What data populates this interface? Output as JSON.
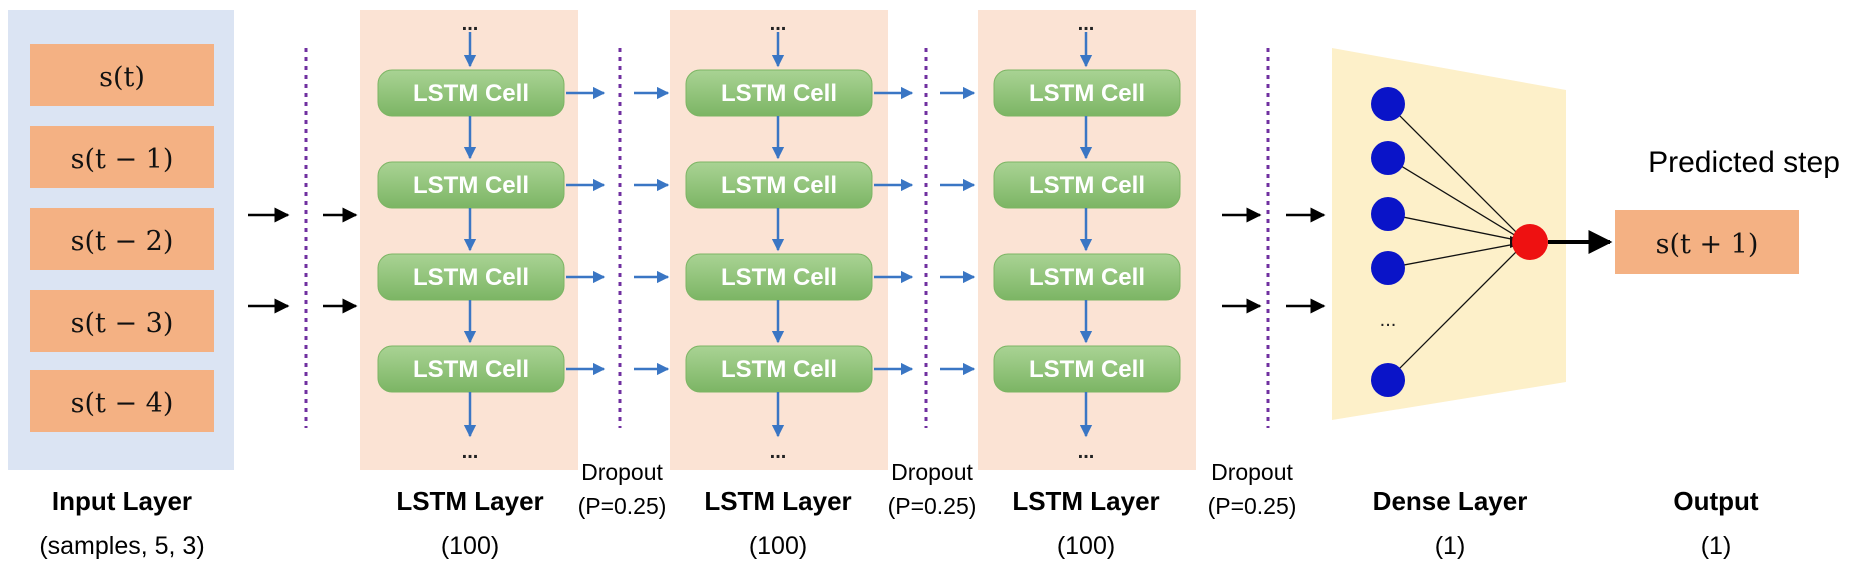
{
  "input_layer": {
    "inputs": [
      "s(t)",
      "s(t − 1)",
      "s(t − 2)",
      "s(t − 3)",
      "s(t − 4)"
    ],
    "title": "Input Layer",
    "shape": "(samples, 5, 3)"
  },
  "lstm_layers": [
    {
      "cells": [
        "LSTM Cell",
        "LSTM Cell",
        "LSTM Cell",
        "LSTM Cell"
      ],
      "ellipsis_top": "...",
      "ellipsis_bottom": "...",
      "title": "LSTM Layer",
      "units": "(100)"
    },
    {
      "cells": [
        "LSTM Cell",
        "LSTM Cell",
        "LSTM Cell",
        "LSTM Cell"
      ],
      "ellipsis_top": "...",
      "ellipsis_bottom": "...",
      "title": "LSTM Layer",
      "units": "(100)"
    },
    {
      "cells": [
        "LSTM Cell",
        "LSTM Cell",
        "LSTM Cell",
        "LSTM Cell"
      ],
      "ellipsis_top": "...",
      "ellipsis_bottom": "...",
      "title": "LSTM Layer",
      "units": "(100)"
    }
  ],
  "dropouts": [
    {
      "label": "Dropout",
      "param": "(P=0.25)"
    },
    {
      "label": "Dropout",
      "param": "(P=0.25)"
    },
    {
      "label": "Dropout",
      "param": "(P=0.25)"
    }
  ],
  "dense_layer": {
    "ellipsis": "...",
    "title": "Dense Layer",
    "units": "(1)"
  },
  "output": {
    "caption": "Predicted step",
    "value": "s(t + 1)",
    "title": "Output",
    "units": "(1)"
  },
  "colors": {
    "input_panel": "#dbe4f3",
    "input_box": "#f4b183",
    "lstm_panel": "#fbe3d4",
    "cell": "#8fc27a",
    "cell_arrow": "#3a76c4",
    "dropout_line": "#7030a0",
    "dense_panel": "#fdf0c9",
    "dense_node": "#0a14c8",
    "output_node": "#ee1111",
    "output_box": "#f4b183"
  }
}
